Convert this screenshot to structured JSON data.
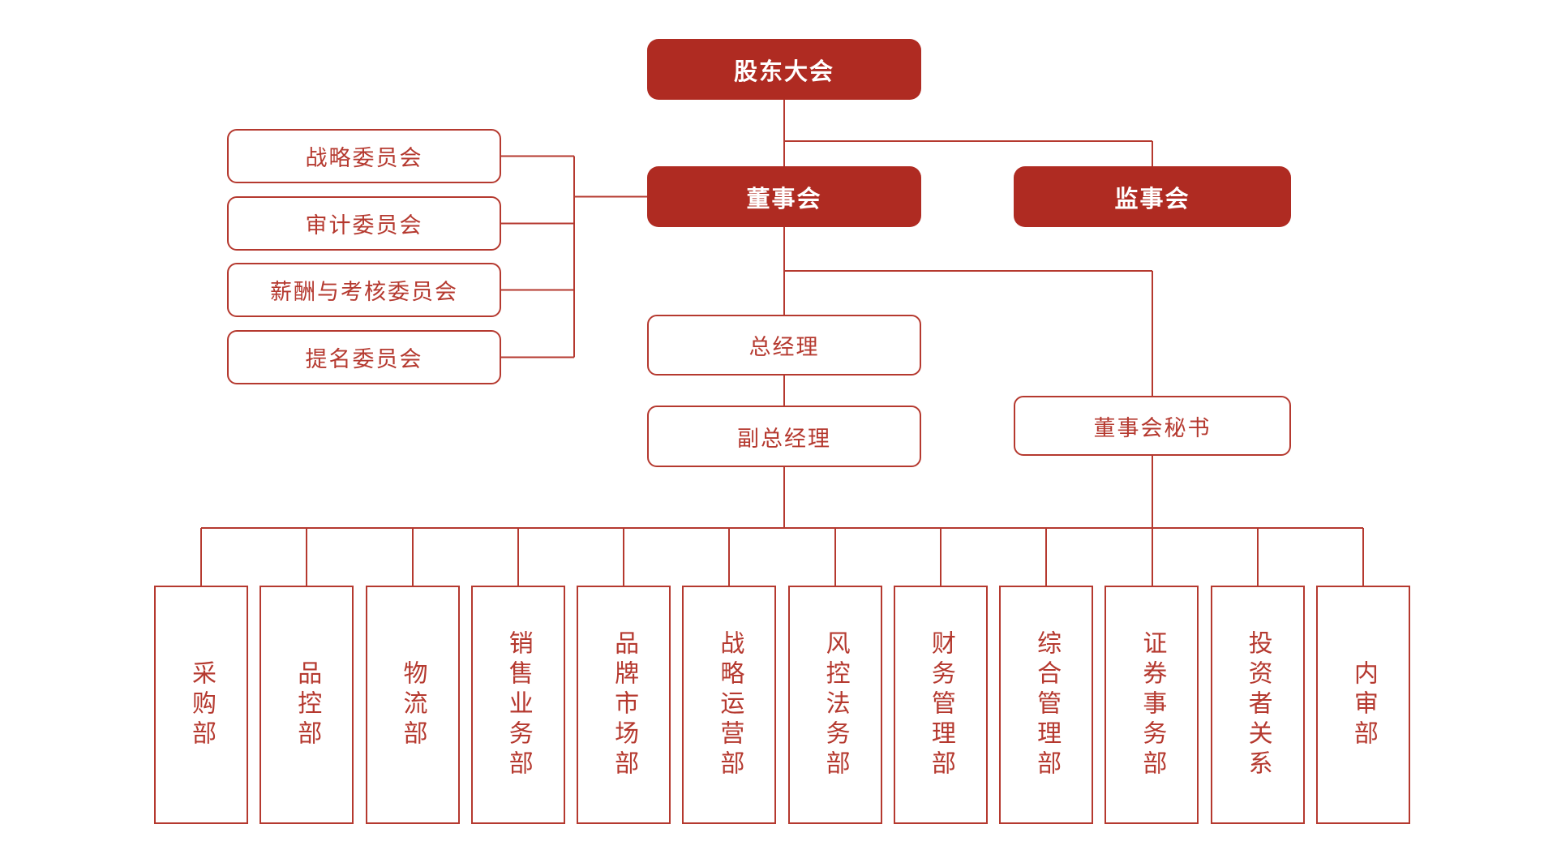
{
  "colors": {
    "filled_box_background": "#AF2B22",
    "filled_box_text": "#FFFFFF",
    "outline_and_line": "#B5392F",
    "background": "#FFFFFF"
  },
  "nodes": {
    "shareholders": "股东大会",
    "board": "董事会",
    "supervisory": "监事会",
    "general_manager": "总经理",
    "deputy_general_manager": "副总经理",
    "board_secretary": "董事会秘书",
    "committees": [
      {
        "label": "战略委员会"
      },
      {
        "label": "审计委员会"
      },
      {
        "label": "薪酬与考核委员会"
      },
      {
        "label": "提名委员会"
      }
    ],
    "departments": [
      {
        "label": "采购部"
      },
      {
        "label": "品控部"
      },
      {
        "label": "物流部"
      },
      {
        "label": "销售业务部"
      },
      {
        "label": "品牌市场部"
      },
      {
        "label": "战略运营部"
      },
      {
        "label": "风控法务部"
      },
      {
        "label": "财务管理部"
      },
      {
        "label": "综合管理部"
      },
      {
        "label": "证券事务部"
      },
      {
        "label": "投资者关系"
      },
      {
        "label": "内审部"
      }
    ]
  }
}
